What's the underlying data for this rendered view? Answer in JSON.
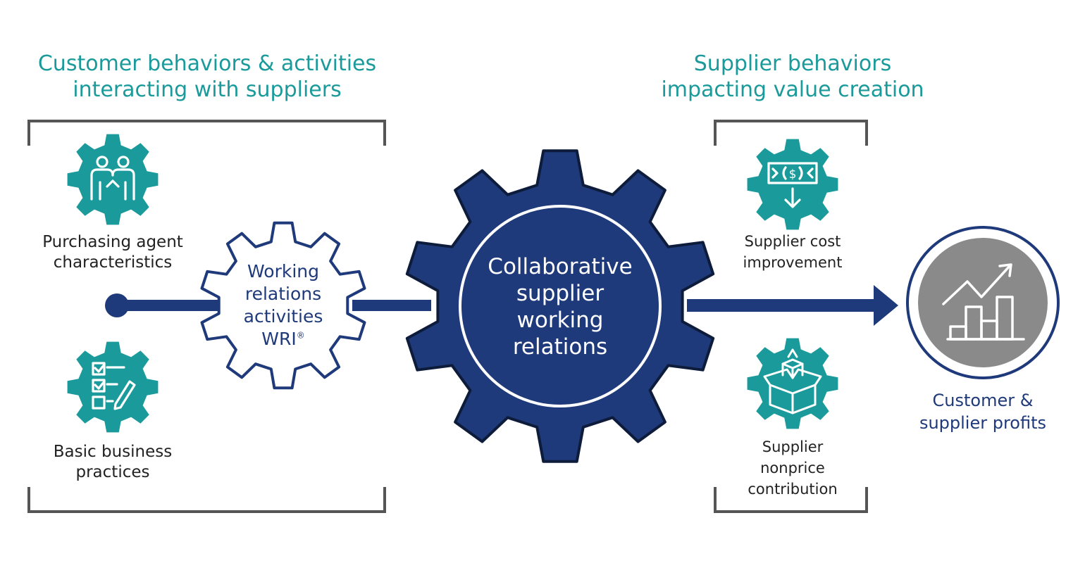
{
  "headings": {
    "customer": [
      "Customer behaviors & activities",
      "interacting with suppliers"
    ],
    "supplier": [
      "Supplier behaviors",
      "impacting value creation"
    ]
  },
  "customer_items": {
    "purchasing": [
      "Purchasing agent",
      "characteristics"
    ],
    "basic": [
      "Basic business",
      "practices"
    ]
  },
  "wri": {
    "lines": [
      "Working",
      "relations",
      "activities",
      "WRI"
    ],
    "mark": "®"
  },
  "center": [
    "Collaborative",
    "supplier",
    "working",
    "relations"
  ],
  "supplier_items": {
    "cost": [
      "Supplier cost",
      "improvement"
    ],
    "nonprice": [
      "Supplier",
      "nonprice",
      "contribution"
    ]
  },
  "outcome": [
    "Customer &",
    "supplier profits"
  ],
  "colors": {
    "teal": "#1a9a9a",
    "navy": "#1f3a7a",
    "gray": "#8a8a8a",
    "bracket": "#555555",
    "text": "#222222"
  },
  "icons": {
    "purchasing": "people-icon",
    "basic": "checklist-icon",
    "cost": "money-down-icon",
    "nonprice": "boxes-icon",
    "outcome": "growth-chart-icon"
  }
}
